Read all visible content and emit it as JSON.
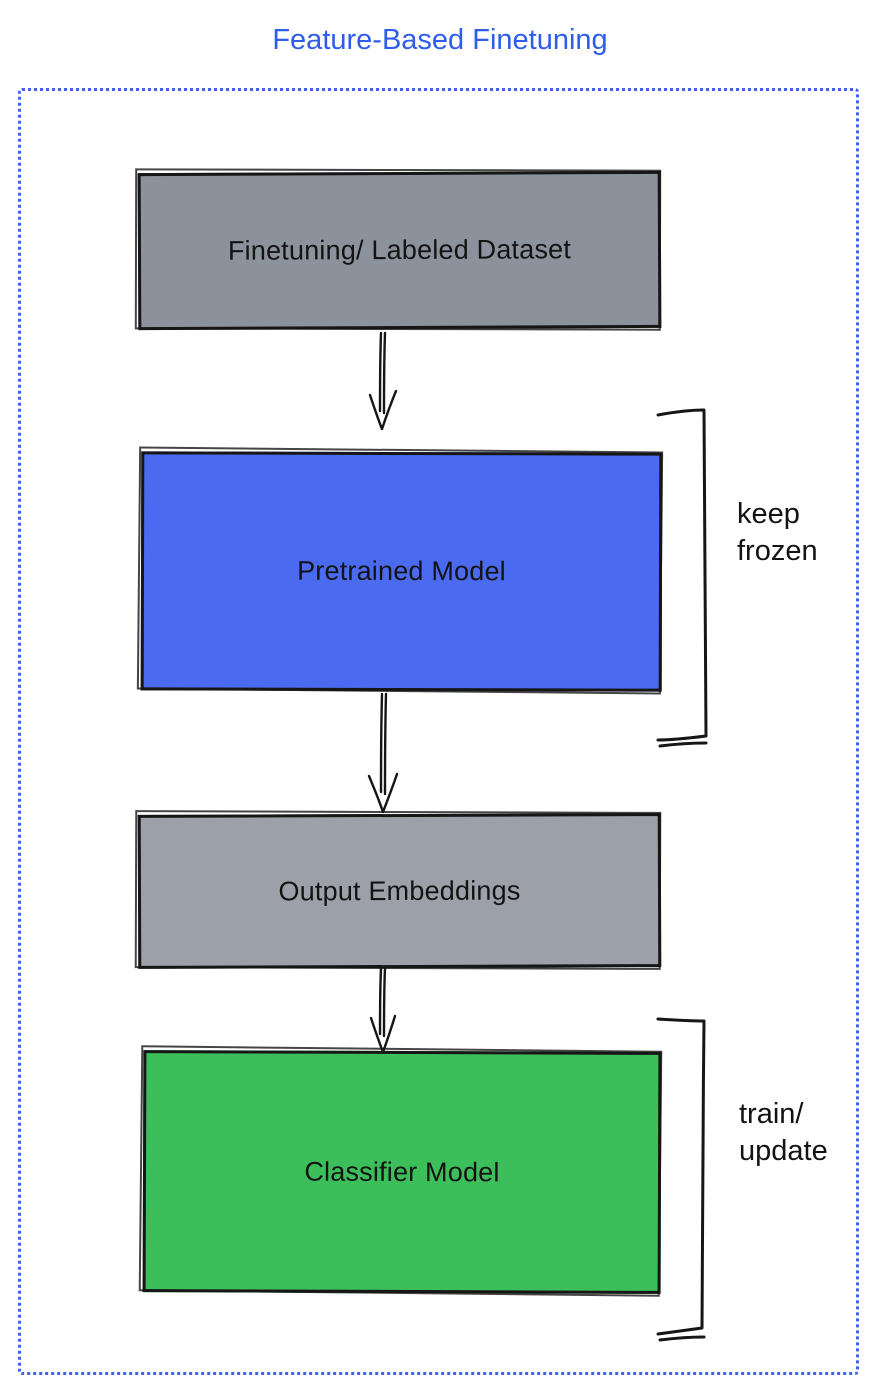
{
  "title": "Feature-Based Finetuning",
  "nodes": [
    {
      "id": "finetuning-dataset",
      "label": "Finetuning/ Labeled Dataset",
      "color": "#8c929b"
    },
    {
      "id": "pretrained-model",
      "label": "Pretrained Model",
      "color": "#4a6bef"
    },
    {
      "id": "output-embeddings",
      "label": "Output Embeddings",
      "color": "#9ca1a9"
    },
    {
      "id": "classifier-model",
      "label": "Classifier Model",
      "color": "#3cbe5b"
    }
  ],
  "annotations": [
    {
      "id": "keep-frozen",
      "label": "keep\nfrozen"
    },
    {
      "id": "train-update",
      "label": "train/\nupdate"
    }
  ],
  "colors": {
    "title_text": "#2e5cec",
    "frame_border": "#3e63e8",
    "stroke": "#161616"
  }
}
